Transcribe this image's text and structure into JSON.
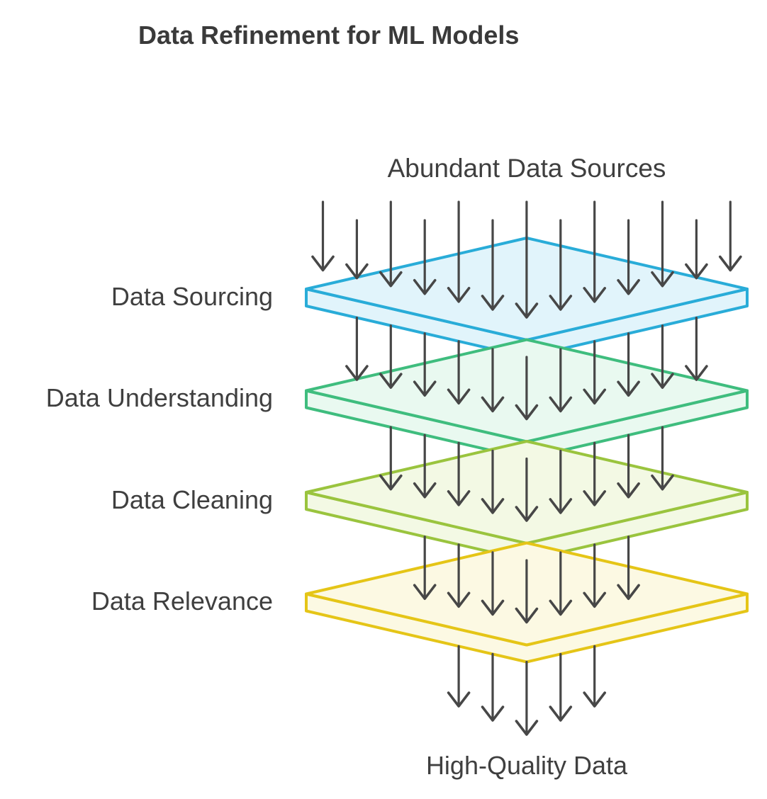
{
  "title": "Data Refinement for ML Models",
  "input_label": "Abundant Data Sources",
  "output_label": "High-Quality Data",
  "layers": [
    {
      "label": "Data Sourcing",
      "border_color": "#29ACD8",
      "fill_color": "#E1F4FB"
    },
    {
      "label": "Data Understanding",
      "border_color": "#3FBD7E",
      "fill_color": "#E9F9F0"
    },
    {
      "label": "Data Cleaning",
      "border_color": "#9AC43E",
      "fill_color": "#F3F9E4"
    },
    {
      "label": "Data Relevance",
      "border_color": "#E5C517",
      "fill_color": "#FCF9E3"
    }
  ],
  "arrow_sets": [
    {
      "name": "into-data-sourcing",
      "count": 13
    },
    {
      "name": "into-data-understanding",
      "count": 11
    },
    {
      "name": "into-data-cleaning",
      "count": 9
    },
    {
      "name": "into-data-relevance",
      "count": 7
    },
    {
      "name": "high-quality-output",
      "count": 5
    }
  ],
  "colors": {
    "text": "#3F3F3F",
    "title": "#3A3A3A",
    "arrow": "#474747",
    "background": "#FFFFFF"
  }
}
